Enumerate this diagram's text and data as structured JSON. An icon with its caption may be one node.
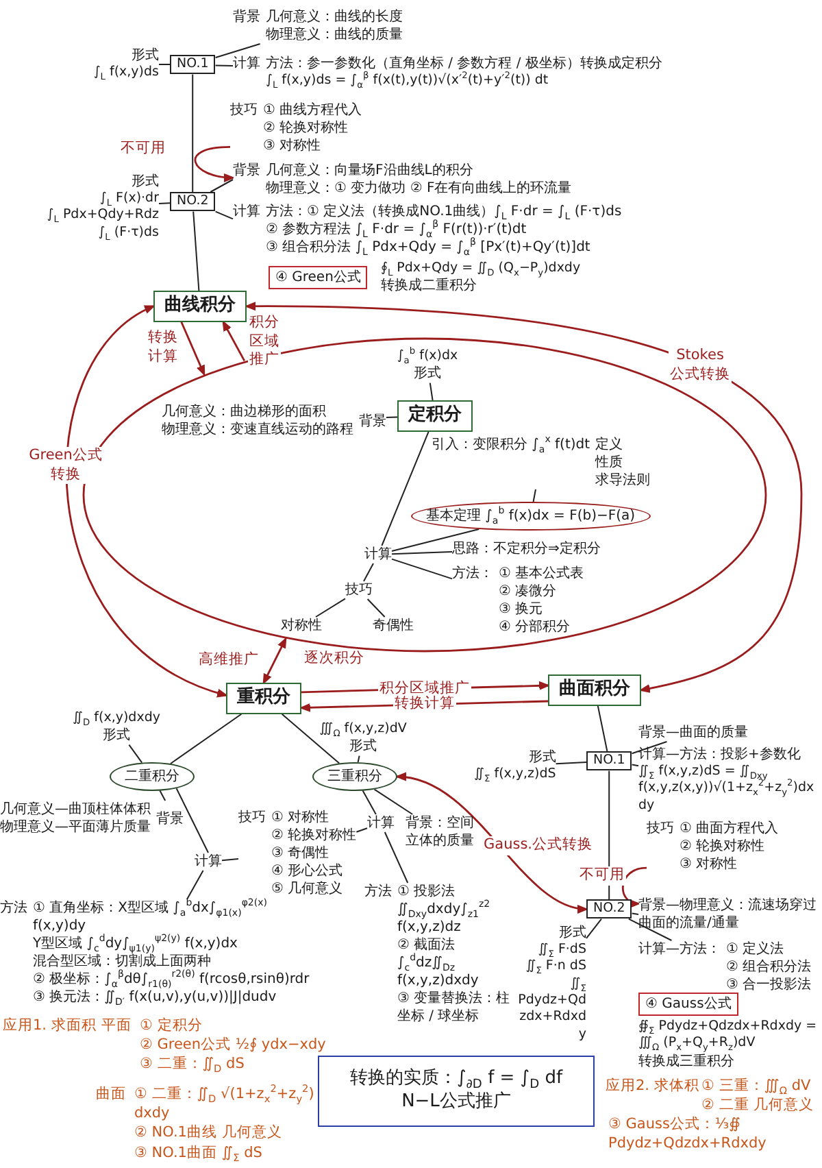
{
  "diagram": {
    "nodes": [
      {
        "text": [
          "曲线积分"
        ]
      },
      {
        "text": [
          "NO.1"
        ]
      },
      {
        "text": [
          "NO.2"
        ]
      },
      {
        "text": [
          "形式",
          "∫$_{L}$ f(x,y)ds"
        ]
      },
      {
        "text": [
          "背景"
        ],
        "beside": [
          "几何意义：曲线的长度",
          "物理意义：曲线的质量"
        ]
      },
      {
        "text": [
          "计算"
        ],
        "beside": [
          "方法：参一参数化（直角坐标 / 参数方程 / 极坐标）转换成定积分",
          "∫$_{L}$ f(x,y)ds = ∫$_{α}$$^{β}$ f(x(t),y(t))√(x′$^{2}$(t)+y′$^{2}$(t)) dt"
        ]
      },
      {
        "text": [
          "技巧"
        ],
        "beside": [
          "① 曲线方程代入",
          "② 轮换对称性",
          "③ 对称性"
        ]
      },
      {
        "text": [
          "形式",
          "∫$_{L}$ F(x)·dr",
          "∫$_{L}$ Pdx+Qdy+Rdz",
          "∫$_{L}$ (F·τ)ds"
        ]
      },
      {
        "text": [
          "背景"
        ],
        "beside": [
          "几何意义：向量场F沿曲线L的积分",
          "物理意义：① 变力做功 ② F在有向曲线上的环流量"
        ]
      },
      {
        "text": [
          "计算"
        ],
        "beside": [
          "方法：① 定义法（转换成NO.1曲线）∫$_{L}$ F·dr = ∫$_{L}$ (F·τ)ds",
          "② 参数方程法 ∫$_{L}$ F·dr = ∫$_{α}$$^{β}$ F(r(t))·r′(t)dt",
          "③ 组合积分法 ∫$_{L}$ Pdx+Qdy = ∫$_{α}$$^{β}$ [Px′(t)+Qy′(t)]dt"
        ]
      },
      {
        "text": [
          "④ Green公式"
        ],
        "beside": [
          "∮$_{L}$ Pdx+Qdy = ∬$_{D}$ (Q$_{x}$−P$_{y}$)dxdy",
          "转换成二重积分"
        ]
      },
      {
        "text": [],
        "shape": "ellipse"
      },
      {
        "text": [
          "定积分"
        ],
        "in": 11
      },
      {
        "text": [
          "∫$_{a}$$^{b}$ f(x)dx",
          "形式"
        ],
        "in": 11
      },
      {
        "text": [
          "背景"
        ],
        "beside": [
          "几何意义：曲边梯形的面积",
          "物理意义：变速直线运动的路程"
        ],
        "in": 11
      },
      {
        "text": [
          "计算"
        ],
        "in": 11
      },
      {
        "text": [
          "引入：变限积分 ∫$_{a}$$^{x}$ f(t)dt"
        ],
        "beside": [
          "定义",
          "性质",
          "求导法则"
        ],
        "in": 11
      },
      {
        "text": [
          "基本定理 ∫$_{a}$$^{b}$ f(x)dx = F(b)−F(a)"
        ],
        "in": 11
      },
      {
        "text": [
          "思路：不定积分⇒定积分"
        ],
        "in": 11
      },
      {
        "text": [
          "方法："
        ],
        "beside": [
          "① 基本公式表",
          "② 凑微分",
          "③ 换元",
          "④ 分部积分"
        ],
        "in": 11
      },
      {
        "text": [
          "技巧"
        ],
        "in": 11
      },
      {
        "text": [
          "对称性"
        ],
        "in": 11
      },
      {
        "text": [
          "奇偶性"
        ],
        "in": 11
      },
      {
        "text": [
          "重积分"
        ]
      },
      {
        "text": [
          "二重积分"
        ]
      },
      {
        "text": [
          "∬$_{D}$ f(x,y)dxdy",
          "形式"
        ]
      },
      {
        "text": [
          "背景"
        ],
        "beside": [
          "几何意义—曲顶柱体体积",
          "物理意义—平面薄片质量"
        ]
      },
      {
        "text": [
          "计算"
        ]
      },
      {
        "text": [
          "技巧"
        ],
        "beside": [
          "① 对称性",
          "② 轮换对称性",
          "③ 奇偶性",
          "④ 形心公式",
          "⑤ 几何意义"
        ]
      },
      {
        "text": [
          "方法"
        ],
        "beside": [
          "① 直角坐标：X型区域 ∫$_{a}$$^{b}$dx∫$_{φ1(x)}$$^{φ2(x)}$ f(x,y)dy",
          "Y型区域 ∫$_{c}$$^{d}$dy∫$_{ψ1(y)}$$^{ψ2(y)}$ f(x,y)dx",
          "混合型区域：切割成上面两种",
          "② 极坐标：∫$_{α}$$^{β}$dθ∫$_{r1(θ)}$$^{r2(θ)}$ f(rcosθ,rsinθ)rdr",
          "③ 换元法：∬$_{D′}$ f(x(u,v),y(u,v))|J|dudv"
        ]
      },
      {
        "text": [
          "三重积分"
        ]
      },
      {
        "text": [
          "∭$_{Ω}$ f(x,y,z)dV",
          "形式"
        ]
      },
      {
        "text": [
          "背景：空间立体的质量"
        ]
      },
      {
        "text": [
          "计算"
        ]
      },
      {
        "text": [
          "方法"
        ],
        "beside": [
          "① 投影法 ∬$_{Dxy}$dxdy∫$_{z1}$$^{z2}$ f(x,y,z)dz",
          "② 截面法 ∫$_{c}$$^{d}$dz∬$_{Dz}$ f(x,y,z)dxdy",
          "③ 变量替换法：柱坐标 / 球坐标"
        ]
      },
      {
        "text": [
          "曲面积分"
        ]
      },
      {
        "text": [
          "NO.1"
        ]
      },
      {
        "text": [
          "NO.2"
        ]
      },
      {
        "text": [
          "形式",
          "∬$_{Σ}$ f(x,y,z)dS"
        ]
      },
      {
        "text": [
          "背景—曲面的质量"
        ]
      },
      {
        "text": [
          "计算—方法：投影+参数化"
        ],
        "beside": [
          "∬$_{Σ}$ f(x,y,z)dS = ∬$_{Dxy}$ f(x,y,z(x,y))√(1+z$_{x}$$^{2}$+z$_{y}$$^{2}$)dxdy"
        ]
      },
      {
        "text": [
          "技巧"
        ],
        "beside": [
          "① 曲面方程代入",
          "② 轮换对称性",
          "③ 对称性"
        ]
      },
      {
        "text": [
          "形式",
          "∬$_{Σ}$ F·dS",
          "∬$_{Σ}$ F·n dS",
          "∬$_{Σ}$ Pdydz+Qdzdx+Rdxdy"
        ]
      },
      {
        "text": [
          "背景—物理意义：流速场穿过曲面的流量/通量"
        ]
      },
      {
        "text": [
          "计算—方法："
        ],
        "beside": [
          "① 定义法",
          "② 组合积分法",
          "③ 合一投影法"
        ]
      },
      {
        "text": [
          "④ Gauss公式"
        ],
        "beside": [
          "∯$_{Σ}$ Pdydz+Qdzdx+Rdxdy = ∭$_{Ω}$ (P$_{x}$+Q$_{y}$+R$_{z}$)dV",
          "转换成三重积分"
        ]
      },
      {
        "text": [
          "转换的实质：∫$_{∂D}$ f = ∫$_{D}$ df",
          "N−L公式推广"
        ]
      }
    ],
    "edges": [
      {
        "from": 0,
        "to": 2,
        "arrow": "none"
      },
      {
        "from": 2,
        "to": 1,
        "arrow": "none"
      },
      {
        "from": 1,
        "to": 3,
        "arrow": "none"
      },
      {
        "from": 1,
        "to": 4,
        "arrow": "none"
      },
      {
        "from": 1,
        "to": 5,
        "arrow": "none"
      },
      {
        "from": 2,
        "to": 7,
        "arrow": "none"
      },
      {
        "from": 2,
        "to": 8,
        "arrow": "none"
      },
      {
        "from": 2,
        "to": 9,
        "arrow": "none"
      },
      {
        "from": 6,
        "to": 8,
        "arrow": "to",
        "label": "不可用",
        "color": "#9b1c1c"
      },
      {
        "from": 12,
        "to": 13,
        "arrow": "none"
      },
      {
        "from": 12,
        "to": 14,
        "arrow": "none"
      },
      {
        "from": 12,
        "to": 15,
        "arrow": "none"
      },
      {
        "from": 15,
        "to": 17,
        "arrow": "none"
      },
      {
        "from": 17,
        "to": 16,
        "arrow": "none"
      },
      {
        "from": 15,
        "to": 18,
        "arrow": "none"
      },
      {
        "from": 15,
        "to": 19,
        "arrow": "none"
      },
      {
        "from": 15,
        "to": 20,
        "arrow": "none"
      },
      {
        "from": 20,
        "to": 21,
        "arrow": "none"
      },
      {
        "from": 20,
        "to": 22,
        "arrow": "none"
      },
      {
        "from": 23,
        "to": 24,
        "arrow": "none"
      },
      {
        "from": 23,
        "to": 30,
        "arrow": "none"
      },
      {
        "from": 24,
        "to": 25,
        "arrow": "none"
      },
      {
        "from": 24,
        "to": 26,
        "arrow": "none"
      },
      {
        "from": 24,
        "to": 27,
        "arrow": "none"
      },
      {
        "from": 27,
        "to": 28,
        "arrow": "none"
      },
      {
        "from": 28,
        "to": 33,
        "arrow": "none"
      },
      {
        "from": 27,
        "to": 29,
        "arrow": "none"
      },
      {
        "from": 30,
        "to": 31,
        "arrow": "none"
      },
      {
        "from": 30,
        "to": 32,
        "arrow": "none"
      },
      {
        "from": 30,
        "to": 33,
        "arrow": "none"
      },
      {
        "from": 33,
        "to": 34,
        "arrow": "none"
      },
      {
        "from": 35,
        "to": 36,
        "arrow": "none"
      },
      {
        "from": 36,
        "to": 37,
        "arrow": "none"
      },
      {
        "from": 36,
        "to": 38,
        "arrow": "none"
      },
      {
        "from": 36,
        "to": 39,
        "arrow": "none"
      },
      {
        "from": 36,
        "to": 40,
        "arrow": "none"
      },
      {
        "from": 37,
        "to": 42,
        "arrow": "none"
      },
      {
        "from": 37,
        "to": 43,
        "arrow": "none"
      },
      {
        "from": 37,
        "to": 44,
        "arrow": "none"
      },
      {
        "from": 41,
        "to": 43,
        "arrow": "to",
        "label": "不可用",
        "color": "#9b1c1c"
      },
      {
        "from": 0,
        "to": 23,
        "arrow": "both",
        "label": "Green公式转换",
        "color": "#9b1c1c"
      },
      {
        "from": 0,
        "to": 35,
        "arrow": "both",
        "label": "Stokes公式转换",
        "color": "#9b1c1c"
      },
      {
        "from": 30,
        "to": 37,
        "arrow": "both",
        "label": "Gauss.公式转换",
        "color": "#9b1c1c"
      },
      {
        "from": 0,
        "to": 11,
        "arrow": "to",
        "label": "转换计算",
        "color": "#9b1c1c"
      },
      {
        "from": 11,
        "to": 0,
        "arrow": "to",
        "label": "积分区域推广",
        "color": "#9b1c1c"
      },
      {
        "from": 23,
        "to": 11,
        "arrow": "both",
        "label": "高维推广",
        "color": "#9b1c1c"
      },
      {
        "from": 23,
        "to": 35,
        "arrow": "to",
        "label": "积分区域推广",
        "color": "#9b1c1c"
      },
      {
        "from": 35,
        "to": 23,
        "arrow": "to",
        "label": "转换计算",
        "color": "#9b1c1c"
      }
    ],
    "labels": [
      "逐次积分",
      "应用1. 求面积",
      "平面",
      "① 定积分",
      "② Green公式 ½∮ ydx−xdy",
      "③ 二重：∬$_{D}$ dS",
      "曲面",
      "① 二重：∬$_{D}$ √(1+z$_{x}$$^{2}$+z$_{y}$$^{2}$) dxdy",
      "② NO.1曲线 几何意义",
      "③ NO.1曲面 ∬$_{Σ}$ dS",
      "应用2. 求体积",
      "① 三重：∭$_{Ω}$ dV",
      "② 二重 几何意义",
      "③ Gauss公式：⅓∯ Pdydz+Qdzdx+Rdxdy"
    ]
  }
}
